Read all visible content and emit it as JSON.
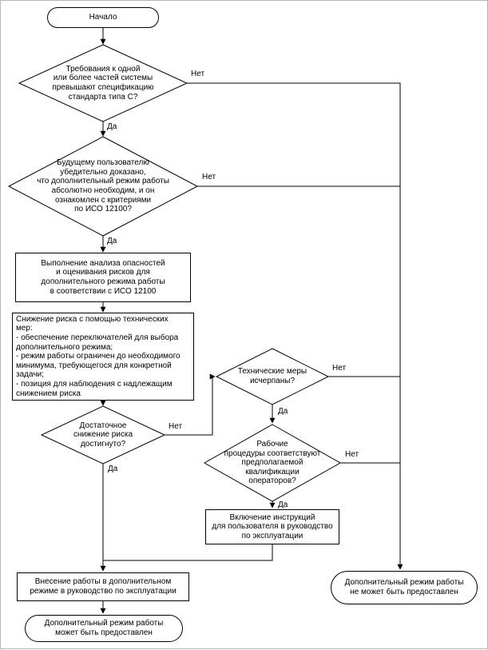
{
  "labels": {
    "yes": "Да",
    "no": "Нет"
  },
  "nodes": {
    "start": "Начало",
    "q_type_c": "Требования к одной\nили более частей системы\nпревышают спецификацию\nстандарта типа С?",
    "q_user": "Будущему пользователю\nубедительно доказано,\nчто дополнительный режим работы\nабсолютно необходим, и он\nознакомлен с критериями\nпо ИСО 12100?",
    "p_analysis": "Выполнение анализа опасностей\nи оценивания рисков для\nдополнительного режима работы\nв соответствии с ИСО 12100",
    "p_reduction": "Снижение риска с помощью технических\nмер:\n- обеспечение переключателей для выбора\nдополнительного режима;\n- режим работы ограничен до необходимого\nминимума, требующегося для конкретной\nзадачи;\n- позиция для наблюдения с надлежащим\nснижением риска",
    "q_risk": "Достаточное\nснижение риска\nдостигнуто?",
    "q_measures": "Технические меры\nисчерпаны?",
    "q_procedures": "Рабочие\nпроцедуры соответствуют\nпредполагаемой\nквалификации\nоператоров?",
    "p_instructions": "Включение инструкций\nдля пользователя в руководство\nпо эксплуатации",
    "p_manual": "Внесение работы в дополнительном\nрежиме в руководство по эксплуатации",
    "end_granted": "Дополнительный режим работы\nможет быть предоставлен",
    "end_denied": "Дополнительный режим работы\nне может быть предоставлен"
  }
}
